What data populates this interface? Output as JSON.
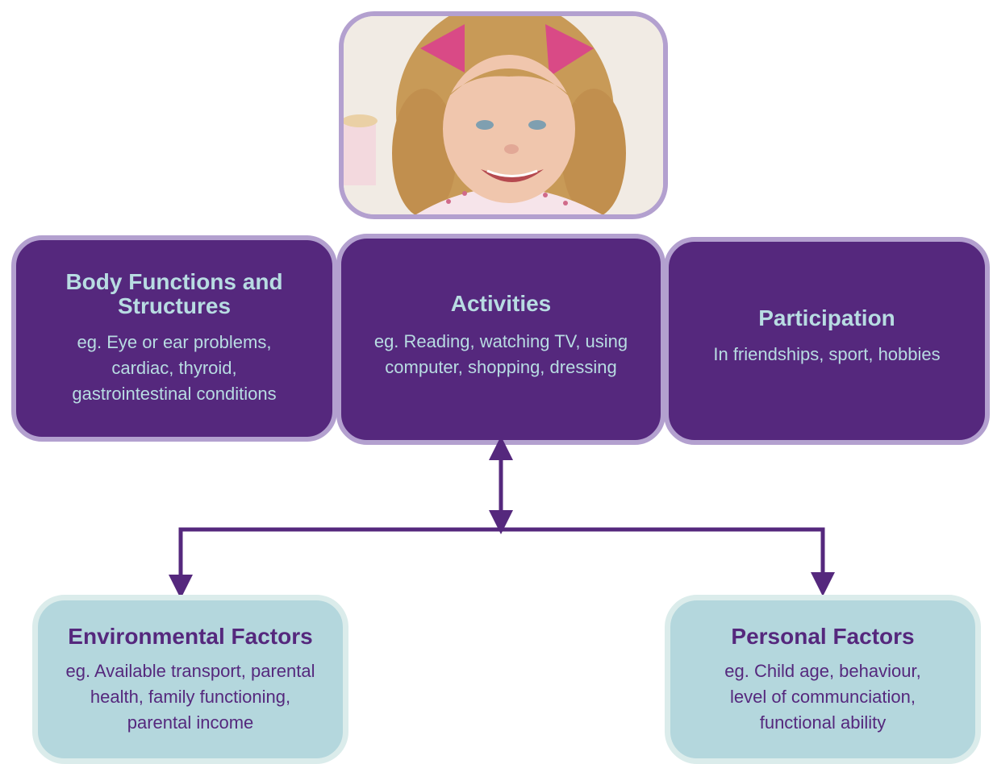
{
  "body_functions": {
    "title": "Body Functions and Structures",
    "lines": [
      "eg. Eye or ear problems,",
      "cardiac, thyroid,",
      "gastrointestinal conditions"
    ]
  },
  "activities": {
    "title": "Activities",
    "lines": [
      "eg. Reading, watching TV, using",
      "computer, shopping, dressing"
    ]
  },
  "participation": {
    "title": "Participation",
    "lines": [
      "In friendships, sport, hobbies"
    ]
  },
  "environmental": {
    "title": "Environmental Factors",
    "lines": [
      "eg. Available transport, parental",
      "health, family functioning,",
      "parental income"
    ]
  },
  "personal": {
    "title": "Personal Factors",
    "lines": [
      "eg. Child age, behaviour,",
      "level of communciation,",
      "functional ability"
    ]
  },
  "colors": {
    "purple": "#55287d",
    "lavender_border": "#b3a0cf",
    "teal": "#b4d7dd",
    "light_teal_text": "#b8dce2"
  }
}
